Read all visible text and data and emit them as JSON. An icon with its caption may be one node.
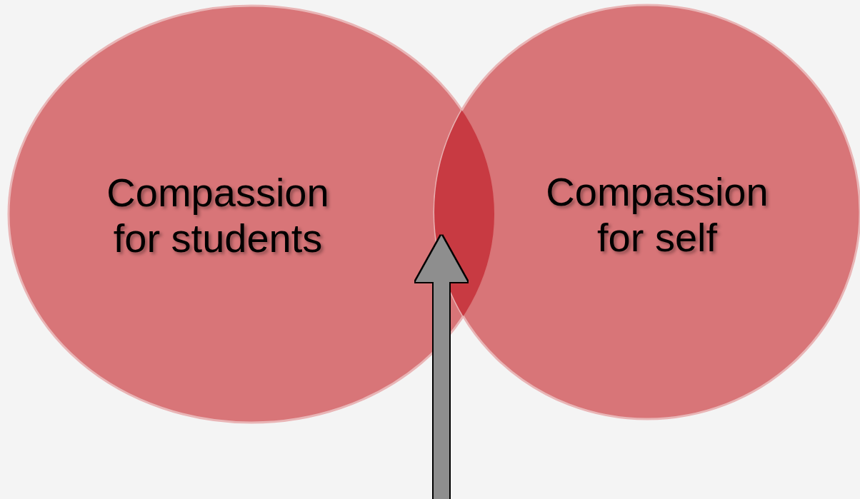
{
  "diagram": {
    "nodes": [
      {
        "text": [
          "Compassion for students"
        ]
      },
      {
        "text": [
          "Compassion for self"
        ]
      },
      {
        "text": [],
        "shape": "lens"
      }
    ],
    "edges": [
      {
        "from": null,
        "to": 2,
        "arrow": "to"
      }
    ]
  }
}
